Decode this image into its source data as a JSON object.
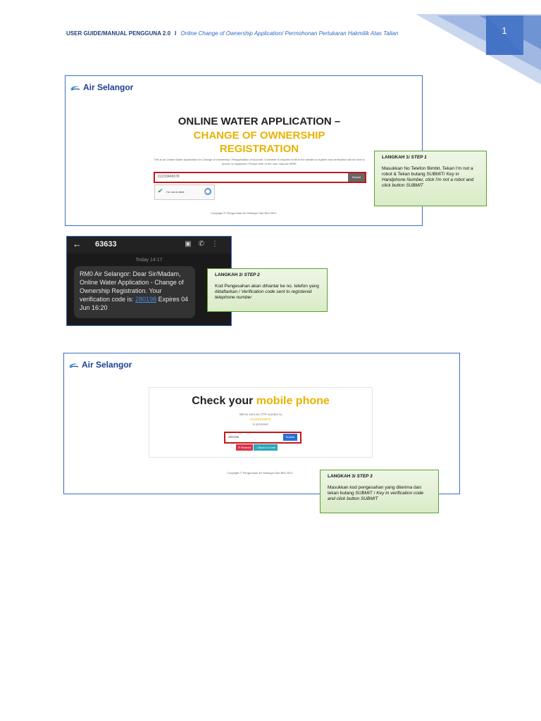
{
  "header": {
    "title": "USER GUIDE/MANUAL PENGGUNA 2.0",
    "separator": "I",
    "subtitle": "Online Change of Ownership Application/ Permohonan Pertukaran Hakmilik Atas Talian",
    "page_number": "1"
  },
  "colors": {
    "brand_blue": "#1d3f8f",
    "accent_yellow": "#e8b200",
    "error_red": "#c4161c",
    "step_green": "#5aa02c"
  },
  "shot1": {
    "logo": "Air Selangor",
    "title_line1": "ONLINE WATER APPLICATION –",
    "title_line2": "CHANGE OF OWNERSHIP",
    "title_line3": "REGISTRATION",
    "description": "This is an Online Water Application for Change of Ownership / Reapplication of Account. Customer is required to fill in the details to register and verification will be sent to phone no registered. Please refer to the user manual HERE",
    "phone_value": "01233445678",
    "submit": "Submit",
    "captcha_label": "I'm not a robot",
    "copyright": "Copyright © Pengurusan Air Selangor Sdn Bhd 2021"
  },
  "sms": {
    "back_icon": "arrow-left",
    "sender": "63633",
    "date": "Today 14:17",
    "msg_pre": "RM0 Air Selangor: Dear Sir/Madam, Online Water Application - Change of Ownership Registration. Your verification code is: ",
    "code": "280198",
    "msg_post": " Expires 04 Jun 16:20"
  },
  "shot3": {
    "logo": "Air Selangor",
    "title_a": "Check your ",
    "title_b": "mobile phone",
    "sent_line": "We've sent an OTP number to",
    "masked_phone": "0123XXX5678",
    "proceed": "to proceed.",
    "otp_value": "280198",
    "submit": "Submit",
    "resend": "Resend",
    "back_home": "Back to home",
    "copyright": "Copyright © Pengurusan Air Selangor Sdn Bhd 2021"
  },
  "step1": {
    "title_a": "LANGKAH 1/ ",
    "title_b": "STEP 1",
    "body_a": "Masukkan No Telefon Bimbit, Tekan I'm not a robot & Tekan butang SUBMIT/ ",
    "body_b": "Key in Handphone Number, click I'm not a robot  and click button SUBMIT"
  },
  "step2": {
    "title_a": "LANGKAH 2/ ",
    "title_b": "STEP 2",
    "body_a": "Kod Pengesahan akan dihantar ke no. telefon yang didaftarkan / ",
    "body_b": "Verification code sent to registered telephone number"
  },
  "step3": {
    "title_a": "LANGKAH 3/ ",
    "title_b": "STEP 3",
    "body_a": "Masukkan kod pengesahan yang diterima dan tekan butang SUBMIT / ",
    "body_b": "Key in verification code and click button SUBMIT"
  }
}
